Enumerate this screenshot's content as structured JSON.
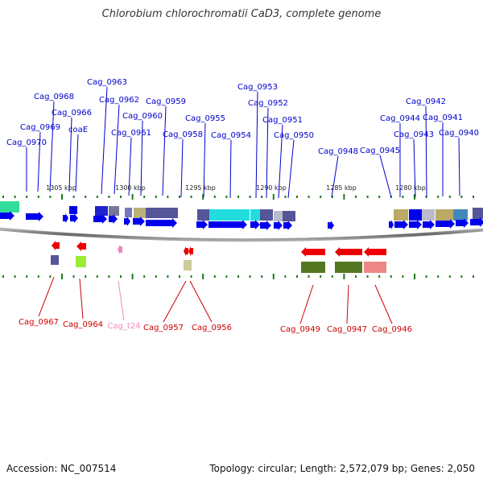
{
  "title": "Chlorobium chlorochromatii CaD3, complete genome",
  "footer": {
    "accession": "Accession: NC_007514",
    "summary": "Topology: circular; Length: 2,572,079 bp; Genes: 2,050"
  },
  "colors": {
    "forward_label": "#0000cc",
    "reverse_label": "#cc0000",
    "trna_label": "#ee88bb",
    "forward_arrow": "#0000ee",
    "reverse_arrow": "#ee0000",
    "tick": "#1f7a1f",
    "backbone": "#777777"
  },
  "scale_labels": [
    "1305 kbp",
    "1300 kbp",
    "1295 kbp",
    "1290 kbp",
    "1285 kbp",
    "1280 kbp"
  ],
  "forward_genes": [
    "Cag_0970",
    "Cag_0969",
    "Cag_0968",
    "Cag_0966",
    "coaE",
    "Cag_0963",
    "Cag_0962",
    "Cag_0961",
    "Cag_0960",
    "Cag_0959",
    "Cag_0958",
    "Cag_0955",
    "Cag_0954",
    "Cag_0953",
    "Cag_0952",
    "Cag_0951",
    "Cag_0950",
    "Cag_0948",
    "Cag_0945",
    "Cag_0944",
    "Cag_0943",
    "Cag_0942",
    "Cag_0941",
    "Cag_0940"
  ],
  "reverse_genes": [
    "Cag_0967",
    "Cag_0964",
    "Cag_t24",
    "Cag_0957",
    "Cag_0956",
    "Cag_0949",
    "Cag_0947",
    "Cag_0946"
  ]
}
